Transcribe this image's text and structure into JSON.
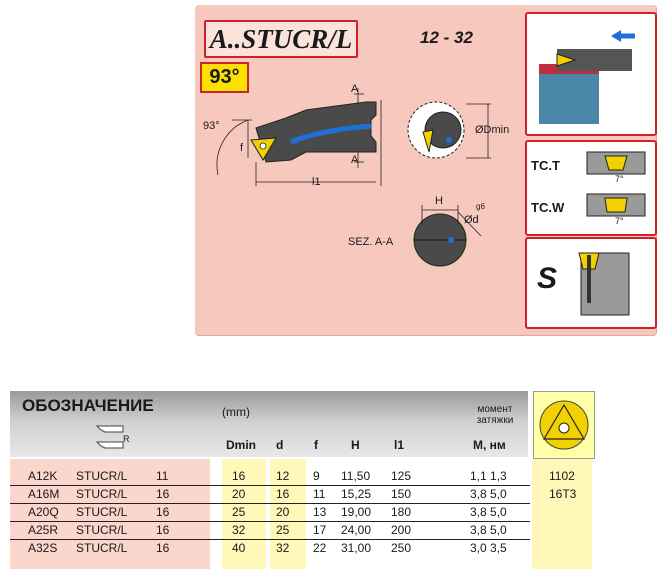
{
  "diagram": {
    "title": "A..STUCR/L",
    "range": "12 -  32",
    "approach_angle": "93°",
    "labels": {
      "angle": "93°",
      "f": "f",
      "A_top": "A",
      "A_bottom": "A",
      "l1": "l1",
      "dmin": "ØDmin",
      "H": "H",
      "d": "Ød",
      "g6": "g6",
      "section": "SEZ. A-A"
    },
    "tc_t": "TC.T",
    "tc_w": "TC.W",
    "angle_7_a": "7°",
    "angle_7_b": "7°",
    "s_label": "S",
    "colors": {
      "panel": "#f7c8bd",
      "frame": "#d0202a",
      "insert": "#f3d000",
      "coolant": "#1f6fd6",
      "tool": "#3f3f3f"
    }
  },
  "table": {
    "title": "ОБОЗНАЧЕНИЕ",
    "units": "(mm)",
    "moment_line1": "момент",
    "moment_line2": "затяжки",
    "headers": {
      "dmin": "Dmin",
      "d": "d",
      "f": "f",
      "h": "H",
      "l1": "l1",
      "m": "M, нм",
      "r_mark": "R"
    },
    "rows": [
      {
        "code": "A12K",
        "type": "STUCR/L",
        "size": "11",
        "dmin": "16",
        "d": "12",
        "f": "9",
        "h": "11,50",
        "l1": "125",
        "m": "1,1  1,3"
      },
      {
        "code": "A16M",
        "type": "STUCR/L",
        "size": "16",
        "dmin": "20",
        "d": "16",
        "f": "11",
        "h": "15,25",
        "l1": "150",
        "m": "3,8  5,0"
      },
      {
        "code": "A20Q",
        "type": "STUCR/L",
        "size": "16",
        "dmin": "25",
        "d": "20",
        "f": "13",
        "h": "19,00",
        "l1": "180",
        "m": "3,8  5,0"
      },
      {
        "code": "A25R",
        "type": "STUCR/L",
        "size": "16",
        "dmin": "32",
        "d": "25",
        "f": "17",
        "h": "24,00",
        "l1": "200",
        "m": "3,8  5,0"
      },
      {
        "code": "A32S",
        "type": "STUCR/L",
        "size": "16",
        "dmin": "40",
        "d": "32",
        "f": "22",
        "h": "31,00",
        "l1": "250",
        "m": "3,0  3,5"
      }
    ],
    "insert_codes": [
      "1102",
      "16T3"
    ]
  }
}
